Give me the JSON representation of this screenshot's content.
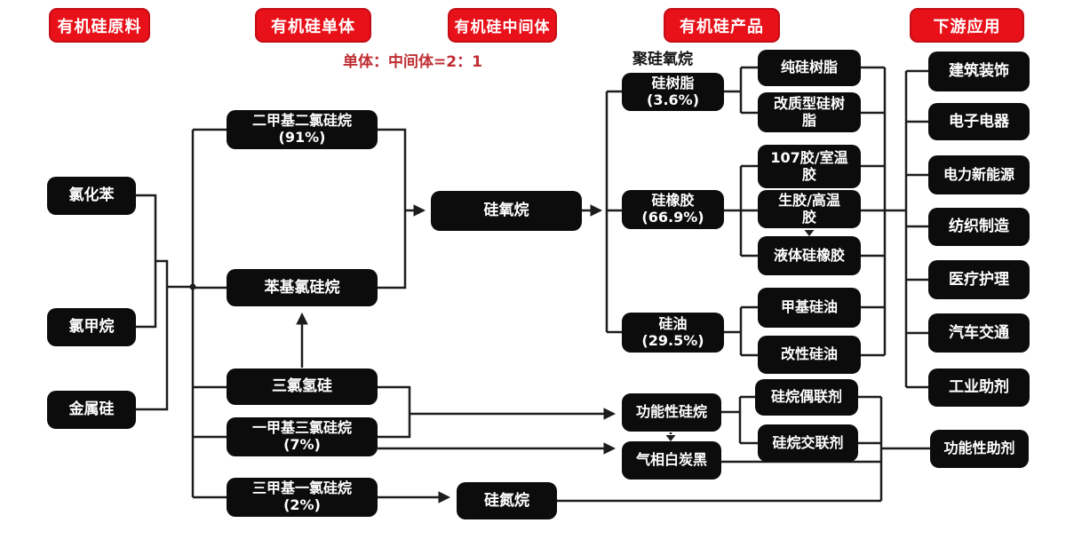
{
  "headers": {
    "raw": "有机硅原料",
    "monomer": "有机硅单体",
    "intermediate": "有机硅中间体",
    "product": "有机硅产品",
    "downstream": "下游应用"
  },
  "subtitle": "单体：中间体=2：1",
  "polysiloxane_label": "聚硅氧烷",
  "nodes": {
    "chlorobenzene": {
      "label": "氯化苯"
    },
    "chloromethane": {
      "label": "氯甲烷"
    },
    "silicon_metal": {
      "label": "金属硅"
    },
    "dimethyldichlorosilane": {
      "label": "二甲基二氯硅烷",
      "pct": "(91%)"
    },
    "phenylchlorosilane": {
      "label": "苯基氯硅烷"
    },
    "trichlorosilane": {
      "label": "三氯氢硅"
    },
    "methyltrichlorosilane": {
      "label": "一甲基三氯硅烷",
      "pct": "(7%)"
    },
    "trimethylchlorosilane": {
      "label": "三甲基一氯硅烷",
      "pct": "(2%)"
    },
    "siloxane": {
      "label": "硅氧烷"
    },
    "silazane": {
      "label": "硅氮烷"
    },
    "silicone_resin": {
      "label": "硅树脂",
      "pct": "(3.6%)"
    },
    "silicone_rubber": {
      "label": "硅橡胶",
      "pct": "(66.9%)"
    },
    "silicone_oil": {
      "label": "硅油",
      "pct": "(29.5%)"
    },
    "functional_silane": {
      "label": "功能性硅烷"
    },
    "fumed_silica": {
      "label": "气相白炭黑"
    },
    "pure_silicone_resin": {
      "label": "纯硅树脂"
    },
    "modified_silicone_resin": {
      "label": "改质型硅树\n脂"
    },
    "rtv_107": {
      "label": "107胶/室温\n胶"
    },
    "raw_htv": {
      "label": "生胶/高温\n胶"
    },
    "liquid_silicone_rubber": {
      "label": "液体硅橡胶"
    },
    "methyl_silicone_oil": {
      "label": "甲基硅油"
    },
    "modified_silicone_oil": {
      "label": "改性硅油"
    },
    "silane_coupling_agent": {
      "label": "硅烷偶联剂"
    },
    "silane_crosslinking_agent": {
      "label": "硅烷交联剂"
    },
    "construction": {
      "label": "建筑装饰"
    },
    "electronics": {
      "label": "电子电器"
    },
    "power_energy": {
      "label": "电力新能源"
    },
    "textile": {
      "label": "纺织制造"
    },
    "medical": {
      "label": "医疗护理"
    },
    "automotive": {
      "label": "汽车交通"
    },
    "industrial_additives": {
      "label": "工业助剂"
    },
    "functional_additives": {
      "label": "功能性助剂"
    }
  },
  "colors": {
    "header_red": "#e8111a",
    "header_red_border": "#c40d15",
    "subtitle_red": "#bf2e33",
    "box_black": "#0c0c0c",
    "line": "#1d1d1d"
  }
}
